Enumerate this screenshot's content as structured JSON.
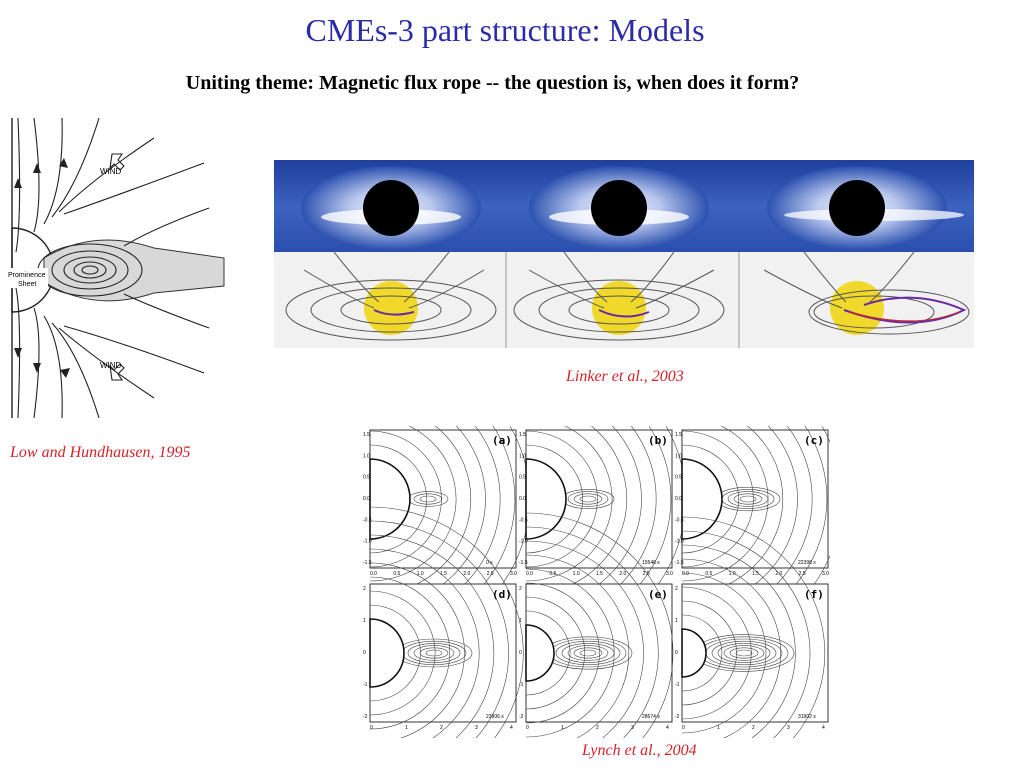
{
  "slide": {
    "title": "CMEs-3 part structure: Models",
    "subtitle": "Uniting theme: Magnetic flux rope -- the question is, when does it form?"
  },
  "figures": {
    "low_hundhausen": {
      "caption": "Low and Hundhausen, 1995",
      "labels": {
        "wind_top": "WIND",
        "wind_bottom": "WIND",
        "prominence_1": "Prominence",
        "prominence_2": "Sheet"
      }
    },
    "linker": {
      "caption": "Linker et al., 2003",
      "colors": {
        "sky_dark": "#2a4fae",
        "sky_light": "#8aa3dc",
        "sun": "#f0d92a",
        "field_line": "#555555"
      }
    },
    "lynch": {
      "caption": "Lynch et al., 2004",
      "panels": [
        {
          "label": "(a)",
          "time": "0 s"
        },
        {
          "label": "(b)",
          "time": "15546 s"
        },
        {
          "label": "(c)",
          "time": "22398 s"
        },
        {
          "label": "(d)",
          "time": "23906 s"
        },
        {
          "label": "(e)",
          "time": "28674 s"
        },
        {
          "label": "(f)",
          "time": "31902 s"
        }
      ],
      "y_ticks": [
        "1.5",
        "1.0",
        "0.5",
        "0.0",
        "-0.5",
        "-1.0",
        "-1.5"
      ],
      "x_ticks_top": [
        "0.0",
        "0.5",
        "1.0",
        "1.5",
        "2.0",
        "2.5",
        "3.0"
      ],
      "x_ticks_bottom": [
        "0",
        "1",
        "2",
        "3",
        "4"
      ],
      "y_ticks_bottom": [
        "2",
        "1",
        "0",
        "-1",
        "-2"
      ]
    }
  }
}
